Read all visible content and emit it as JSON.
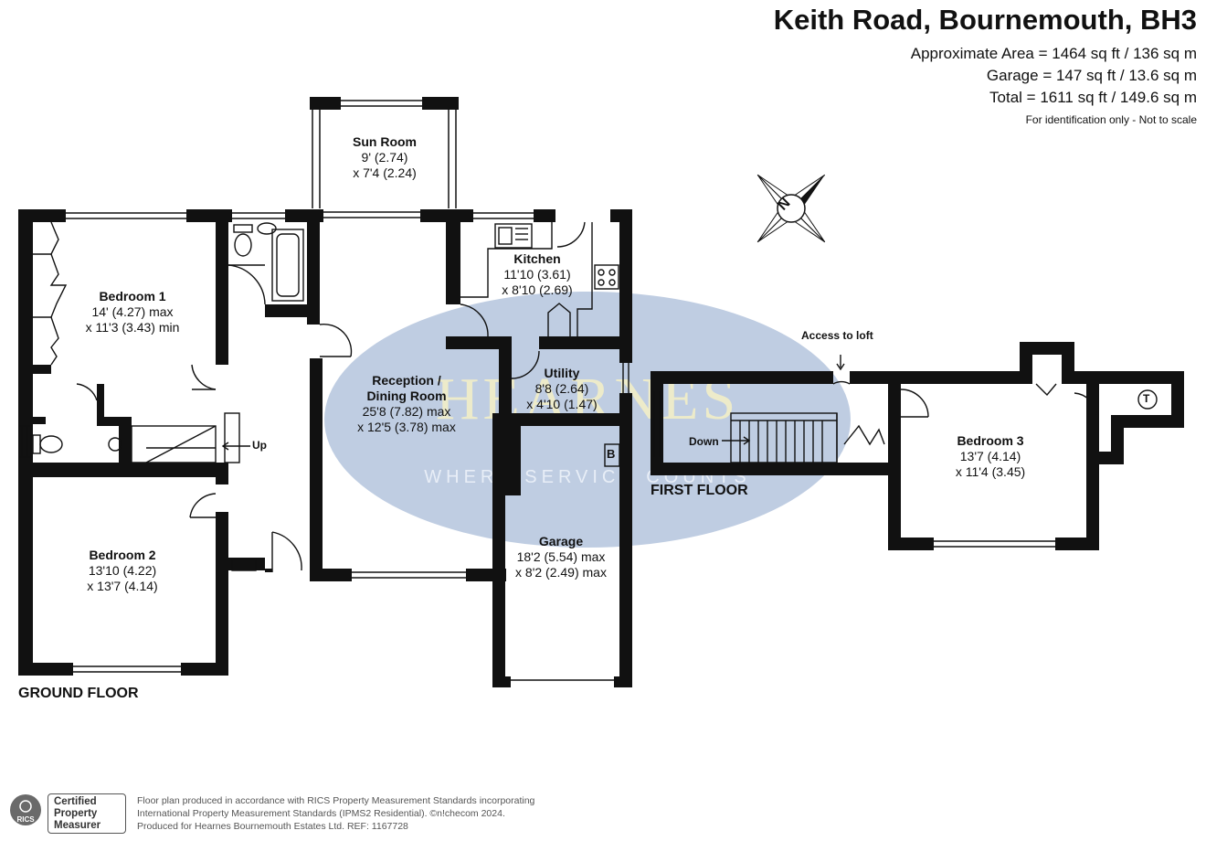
{
  "header": {
    "title": "Keith Road, Bournemouth, BH3",
    "approx_area": "Approximate Area = 1464 sq ft / 136 sq m",
    "garage_area": "Garage = 147 sq ft / 13.6 sq m",
    "total_area": "Total = 1611 sq ft / 149.6 sq m",
    "disclaimer": "For identification only - Not to scale"
  },
  "watermark": {
    "brand": "HEARNES",
    "tagline": "WHERE SERVICE COUNTS",
    "color": "#8fa6c9"
  },
  "compass": {
    "letter": "N"
  },
  "floors": {
    "ground": "GROUND FLOOR",
    "first": "FIRST FLOOR"
  },
  "rooms": {
    "sun_room": {
      "name": "Sun Room",
      "dim1": "9' (2.74)",
      "dim2": "x 7'4 (2.24)"
    },
    "bedroom1": {
      "name": "Bedroom 1",
      "dim1": "14' (4.27) max",
      "dim2": "x 11'3 (3.43) min"
    },
    "kitchen": {
      "name": "Kitchen",
      "dim1": "11'10 (3.61)",
      "dim2": "x 8'10 (2.69)"
    },
    "reception": {
      "name1": "Reception /",
      "name2": "Dining Room",
      "dim1": "25'8 (7.82) max",
      "dim2": "x 12'5 (3.78) max"
    },
    "utility": {
      "name": "Utility",
      "dim1": "8'8 (2.64)",
      "dim2": "x 4'10 (1.47)"
    },
    "bedroom2": {
      "name": "Bedroom 2",
      "dim1": "13'10 (4.22)",
      "dim2": "x 13'7 (4.14)"
    },
    "garage": {
      "name": "Garage",
      "dim1": "18'2 (5.54) max",
      "dim2": "x 8'2 (2.49) max"
    },
    "bedroom3": {
      "name": "Bedroom 3",
      "dim1": "13'7 (4.14)",
      "dim2": "x 11'4 (3.45)"
    }
  },
  "labels": {
    "up": "Up",
    "down": "Down",
    "access_loft": "Access to loft",
    "boiler": "B",
    "tank": "T"
  },
  "footer": {
    "line1": "Floor plan produced in accordance with RICS Property Measurement Standards incorporating",
    "line2": "International Property Measurement Standards (IPMS2 Residential).  ©n!checom 2024.",
    "line3": "Produced for Hearnes Bournemouth Estates Ltd.   REF:  1167728",
    "rics": "RICS",
    "cert1": "Certified",
    "cert2": "Property",
    "cert3": "Measurer"
  }
}
